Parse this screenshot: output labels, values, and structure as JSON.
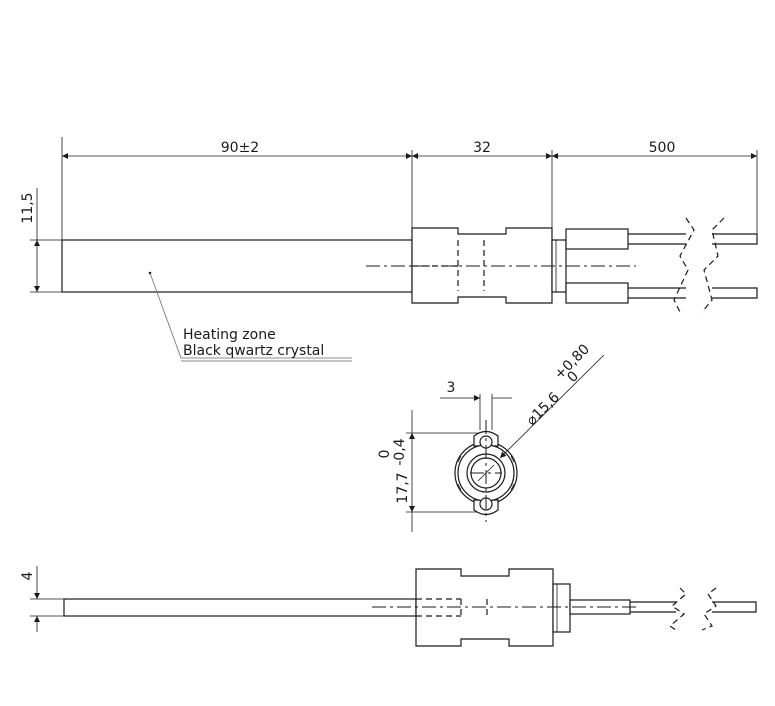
{
  "dimensions": {
    "heating_length": "90±2",
    "connector_length": "32",
    "lead_length": "500",
    "rod_diameter": "11,5",
    "slot_width": "3",
    "flange_diameter": "⌀15,6",
    "flange_tol_upper": "+0,80",
    "flange_tol_lower": "0",
    "height_value": "17,7",
    "height_tol_lower": "-0,4",
    "height_tol_upper": "0",
    "side_thickness": "4"
  },
  "annotation": {
    "line1": "Heating zone",
    "line2": "Black qwartz crystal"
  }
}
